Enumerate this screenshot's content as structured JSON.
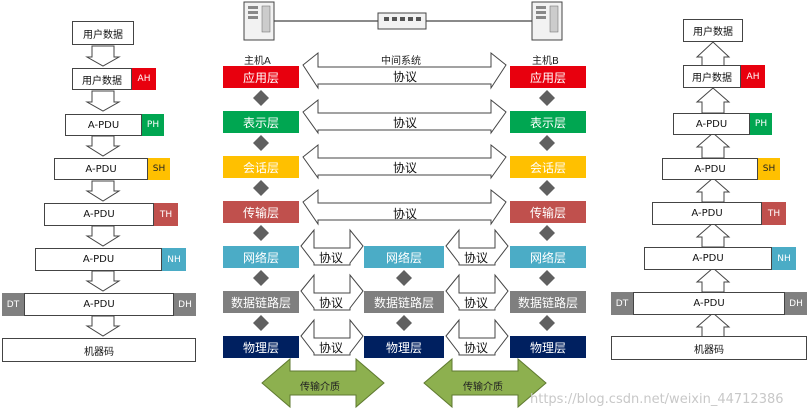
{
  "labels": {
    "user_data": "用户数据",
    "apdu": "A-PDU",
    "machine_code": "机器码",
    "host_a": "主机A",
    "middle_system": "中间系统",
    "host_b": "主机B",
    "protocol": "协议",
    "transmission_medium": "传输介质",
    "watermark": "https://blog.csdn.net/weixin_44712386"
  },
  "headers": {
    "ah": "AH",
    "ph": "PH",
    "sh": "SH",
    "th": "TH",
    "nh": "NH",
    "dt": "DT",
    "dh": "DH"
  },
  "layers": {
    "application": "应用层",
    "presentation": "表示层",
    "session": "会话层",
    "transport": "传输层",
    "network": "网络层",
    "datalink": "数据链路层",
    "physical": "物理层"
  },
  "colors": {
    "application": "#e8000e",
    "presentation": "#00a651",
    "session": "#ffc000",
    "transport": "#c0504d",
    "network": "#4bacc6",
    "datalink": "#7f7f7f",
    "physical": "#002060",
    "dt_dh": "#808080",
    "medium": "#8db04f",
    "diamond": "#606060"
  }
}
